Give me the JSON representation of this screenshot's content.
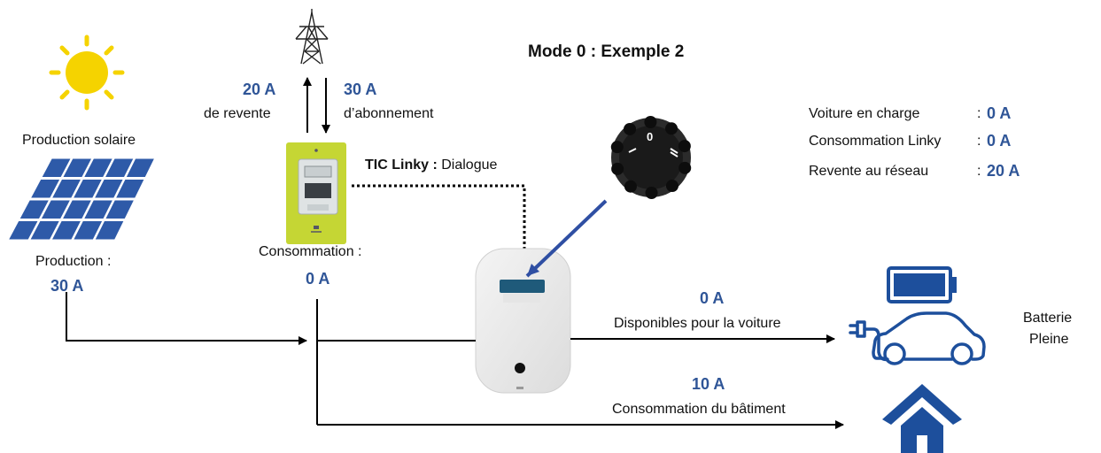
{
  "title": "Mode 0 :  Exemple 2",
  "solar": {
    "label": "Production solaire",
    "production_label": "Production :",
    "production_value": "30 A"
  },
  "grid": {
    "resale_value": "20 A",
    "resale_label": "de revente",
    "subscription_value": "30 A",
    "subscription_label": "d’abonnement"
  },
  "linky": {
    "tic_bold": "TIC Linky :",
    "tic_rest": " Dialogue",
    "consumption_label": "Consommation :",
    "consumption_value": "0 A"
  },
  "dial": {
    "value": "0"
  },
  "stats": [
    {
      "label": "Voiture en charge",
      "sep": ":",
      "value": "0 A"
    },
    {
      "label": "Consommation Linky",
      "sep": ":",
      "value": "0 A"
    },
    {
      "label": "Revente au réseau",
      "sep": ":",
      "value": "20 A"
    }
  ],
  "car_flow": {
    "value": "0 A",
    "label": "Disponibles pour la voiture"
  },
  "building_flow": {
    "value": "10 A",
    "label": "Consommation du bâtiment"
  },
  "battery": {
    "line1": "Batterie",
    "line2": "Pleine"
  },
  "colors": {
    "accent": "#2f5597",
    "meter": "#c5d634",
    "sun": "#f5d300",
    "panel": "#2e5aa8"
  }
}
